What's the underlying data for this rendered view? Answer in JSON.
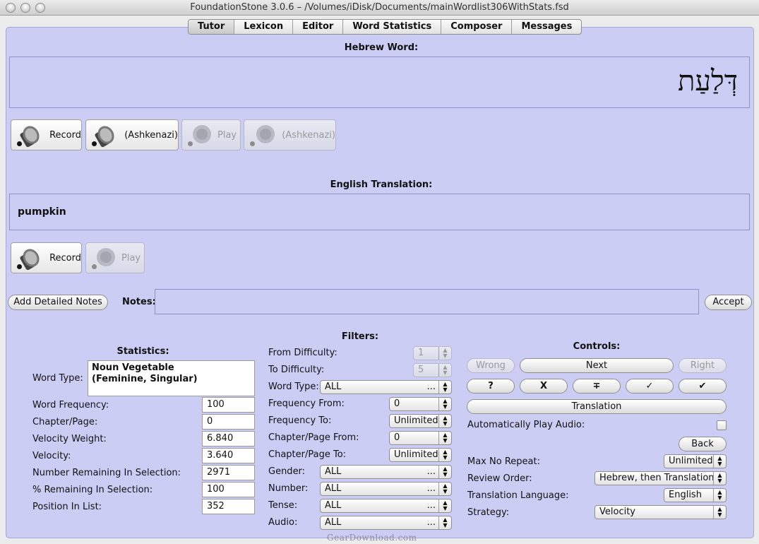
{
  "window": {
    "title": "FoundationStone 3.0.6 – /Volumes/iDisk/Documents/mainWordlist306WithStats.fsd"
  },
  "tabs": [
    "Tutor",
    "Lexicon",
    "Editor",
    "Word Statistics",
    "Composer",
    "Messages"
  ],
  "hebrew": {
    "title": "Hebrew Word:",
    "word": "דְּלַעַת",
    "buttons": [
      {
        "label": "Record",
        "enabled": true
      },
      {
        "label": "(Ashkenazi)",
        "enabled": true
      },
      {
        "label": "Play",
        "enabled": false
      },
      {
        "label": "(Ashkenazi)",
        "enabled": false
      }
    ]
  },
  "english": {
    "title": "English Translation:",
    "word": "pumpkin",
    "buttons": [
      {
        "label": "Record",
        "enabled": true
      },
      {
        "label": "Play",
        "enabled": false
      }
    ]
  },
  "notes": {
    "add_button": "Add Detailed Notes",
    "label": "Notes:",
    "value": "",
    "accept_button": "Accept"
  },
  "statistics": {
    "title": "Statistics:",
    "word_type_label": "Word Type:",
    "word_type_line1": "Noun Vegetable",
    "word_type_line2": "(Feminine, Singular)",
    "rows": [
      {
        "label": "Word Frequency:",
        "value": "100"
      },
      {
        "label": "Chapter/Page:",
        "value": "0"
      },
      {
        "label": "Velocity Weight:",
        "value": "6.840"
      },
      {
        "label": "Velocity:",
        "value": "3.640"
      },
      {
        "label": "Number Remaining In Selection:",
        "value": "2971"
      },
      {
        "label": "% Remaining In Selection:",
        "value": "100"
      },
      {
        "label": "Position In List:",
        "value": "352"
      }
    ]
  },
  "filters": {
    "title": "Filters:",
    "from_difficulty": {
      "label": "From Difficulty:",
      "value": "1"
    },
    "to_difficulty": {
      "label": "To Difficulty:",
      "value": "5"
    },
    "word_type": {
      "label": "Word Type:",
      "value": "ALL"
    },
    "frequency_from": {
      "label": "Frequency From:",
      "value": "0"
    },
    "frequency_to": {
      "label": "Frequency To:",
      "value": "Unlimited"
    },
    "chapter_from": {
      "label": "Chapter/Page From:",
      "value": "0"
    },
    "chapter_to": {
      "label": "Chapter/Page To:",
      "value": "Unlimited"
    },
    "gender": {
      "label": "Gender:",
      "value": "ALL"
    },
    "number": {
      "label": "Number:",
      "value": "ALL"
    },
    "tense": {
      "label": "Tense:",
      "value": "ALL"
    },
    "audio": {
      "label": "Audio:",
      "value": "ALL"
    },
    "ellipsis": "..."
  },
  "controls": {
    "title": "Controls:",
    "wrong": "Wrong",
    "next": "Next",
    "right": "Right",
    "marks": [
      "?",
      "X",
      "∓",
      "✓",
      "✔"
    ],
    "translation": "Translation",
    "auto_play_label": "Automatically Play Audio:",
    "auto_play_checked": false,
    "back": "Back",
    "max_no_repeat": {
      "label": "Max No Repeat:",
      "value": "Unlimited"
    },
    "review_order": {
      "label": "Review Order:",
      "value": "Hebrew, then Translation"
    },
    "translation_language": {
      "label": "Translation Language:",
      "value": "English"
    },
    "strategy": {
      "label": "Strategy:",
      "value": "Velocity"
    }
  },
  "watermark": "GearDownload.com"
}
